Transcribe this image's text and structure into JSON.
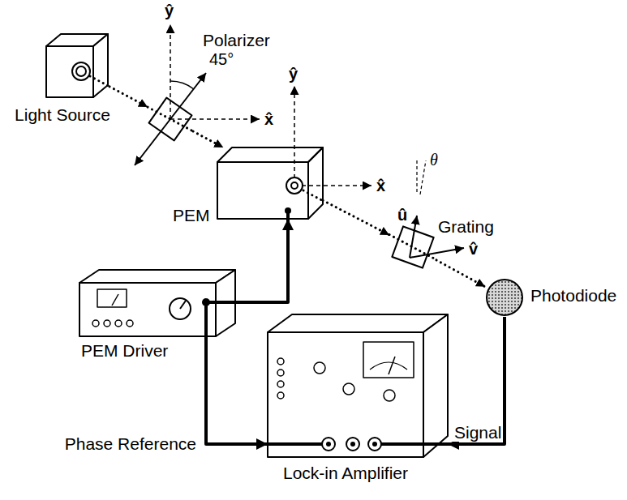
{
  "diagram": {
    "nodes": [
      {
        "text": [
          "Light Source"
        ]
      },
      {
        "text": [
          "Polarizer"
        ]
      },
      {
        "text": [
          "PEM"
        ]
      },
      {
        "text": [
          "Grating"
        ]
      },
      {
        "text": [
          "Photodiode"
        ]
      },
      {
        "text": [
          "PEM Driver"
        ]
      },
      {
        "text": [
          "Lock-in Amplifier"
        ]
      }
    ],
    "edges": [
      {
        "from": 0,
        "to": 1,
        "arrow": "to"
      },
      {
        "from": 1,
        "to": 2,
        "arrow": "to"
      },
      {
        "from": 2,
        "to": 3,
        "arrow": "to"
      },
      {
        "from": 3,
        "to": 4,
        "arrow": "to"
      },
      {
        "from": 5,
        "to": 2,
        "arrow": "to"
      },
      {
        "from": 5,
        "to": 6,
        "label": "Phase Reference",
        "arrow": "to"
      },
      {
        "from": 4,
        "to": 6,
        "label": "Signal",
        "arrow": "to"
      }
    ],
    "labels": [
      "ŷ",
      "45°",
      "x̂",
      "ŷ",
      "x̂",
      "θ",
      "û",
      "v̂"
    ]
  }
}
